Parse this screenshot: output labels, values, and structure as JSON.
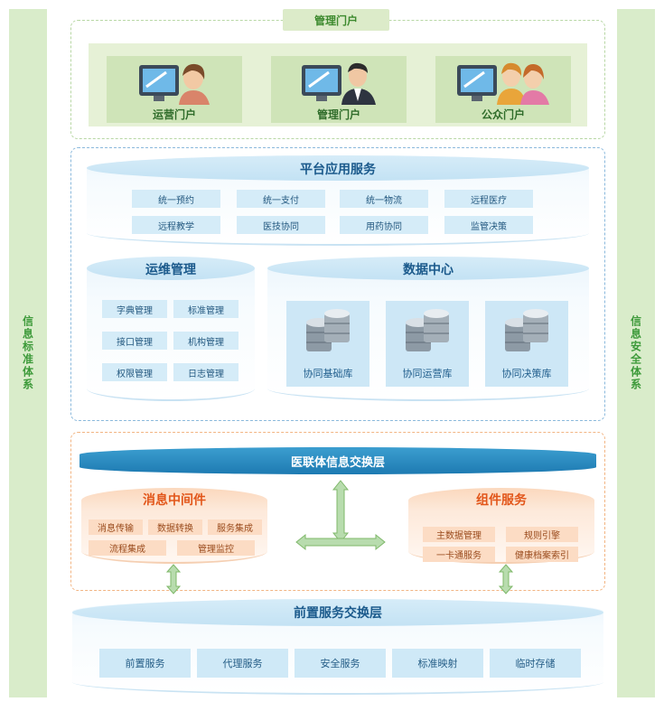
{
  "side": {
    "left": "信息标准体系",
    "right": "信息安全体系"
  },
  "portal": {
    "title": "管理门户",
    "cards": [
      {
        "label": "运营门户",
        "icon": "female-operator-icon"
      },
      {
        "label": "管理门户",
        "icon": "male-admin-icon"
      },
      {
        "label": "公众门户",
        "icon": "public-users-icon"
      }
    ]
  },
  "platform": {
    "title": "平台应用服务",
    "row1": [
      "统一预约",
      "统一支付",
      "统一物流",
      "远程医疗"
    ],
    "row2": [
      "远程教学",
      "医技协同",
      "用药协同",
      "监管决策"
    ]
  },
  "ops": {
    "title": "运维管理",
    "items": [
      "字典管理",
      "标准管理",
      "接口管理",
      "机构管理",
      "权限管理",
      "日志管理"
    ]
  },
  "datacenter": {
    "title": "数据中心",
    "dbs": [
      "协同基础库",
      "协同运营库",
      "协同决策库"
    ]
  },
  "exchange": {
    "title": "医联体信息交换层",
    "middleware": {
      "title": "消息中间件",
      "row1": [
        "消息传输",
        "数据转换",
        "服务集成"
      ],
      "row2": [
        "流程集成",
        "管理监控"
      ]
    },
    "components": {
      "title": "组件服务",
      "items": [
        "主数据管理",
        "规则引擎",
        "一卡通服务",
        "健康档案索引"
      ]
    }
  },
  "front": {
    "title": "前置服务交换层",
    "items": [
      "前置服务",
      "代理服务",
      "安全服务",
      "标准映射",
      "临时存储"
    ]
  }
}
